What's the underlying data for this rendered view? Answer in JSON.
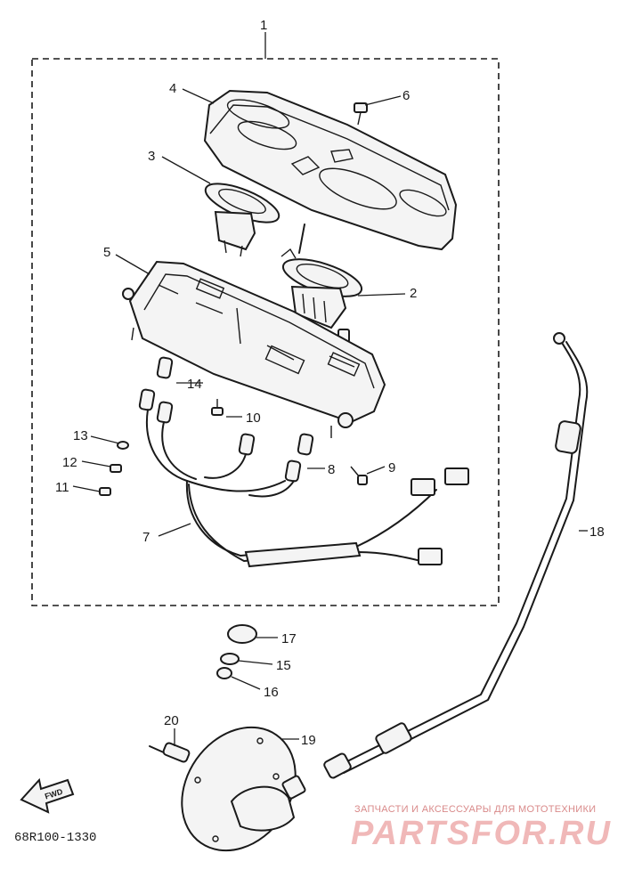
{
  "assembly_label": "1",
  "part_numbers": {
    "p2": "2",
    "p3": "3",
    "p4": "4",
    "p5": "5",
    "p6": "6",
    "p7": "7",
    "p8": "8",
    "p9": "9",
    "p10": "10",
    "p11": "11",
    "p12": "12",
    "p13": "13",
    "p14": "14",
    "p15": "15",
    "p16": "16",
    "p17": "17",
    "p18": "18",
    "p19": "19",
    "p20": "20"
  },
  "fwd_label": "FWD",
  "diagram_code": "68R100-1330",
  "watermark": {
    "tagline": "ЗАПЧАСТИ И АКСЕССУАРЫ ДЛЯ МОТОТЕХНИКИ",
    "site": "PARTSFOR.RU"
  }
}
